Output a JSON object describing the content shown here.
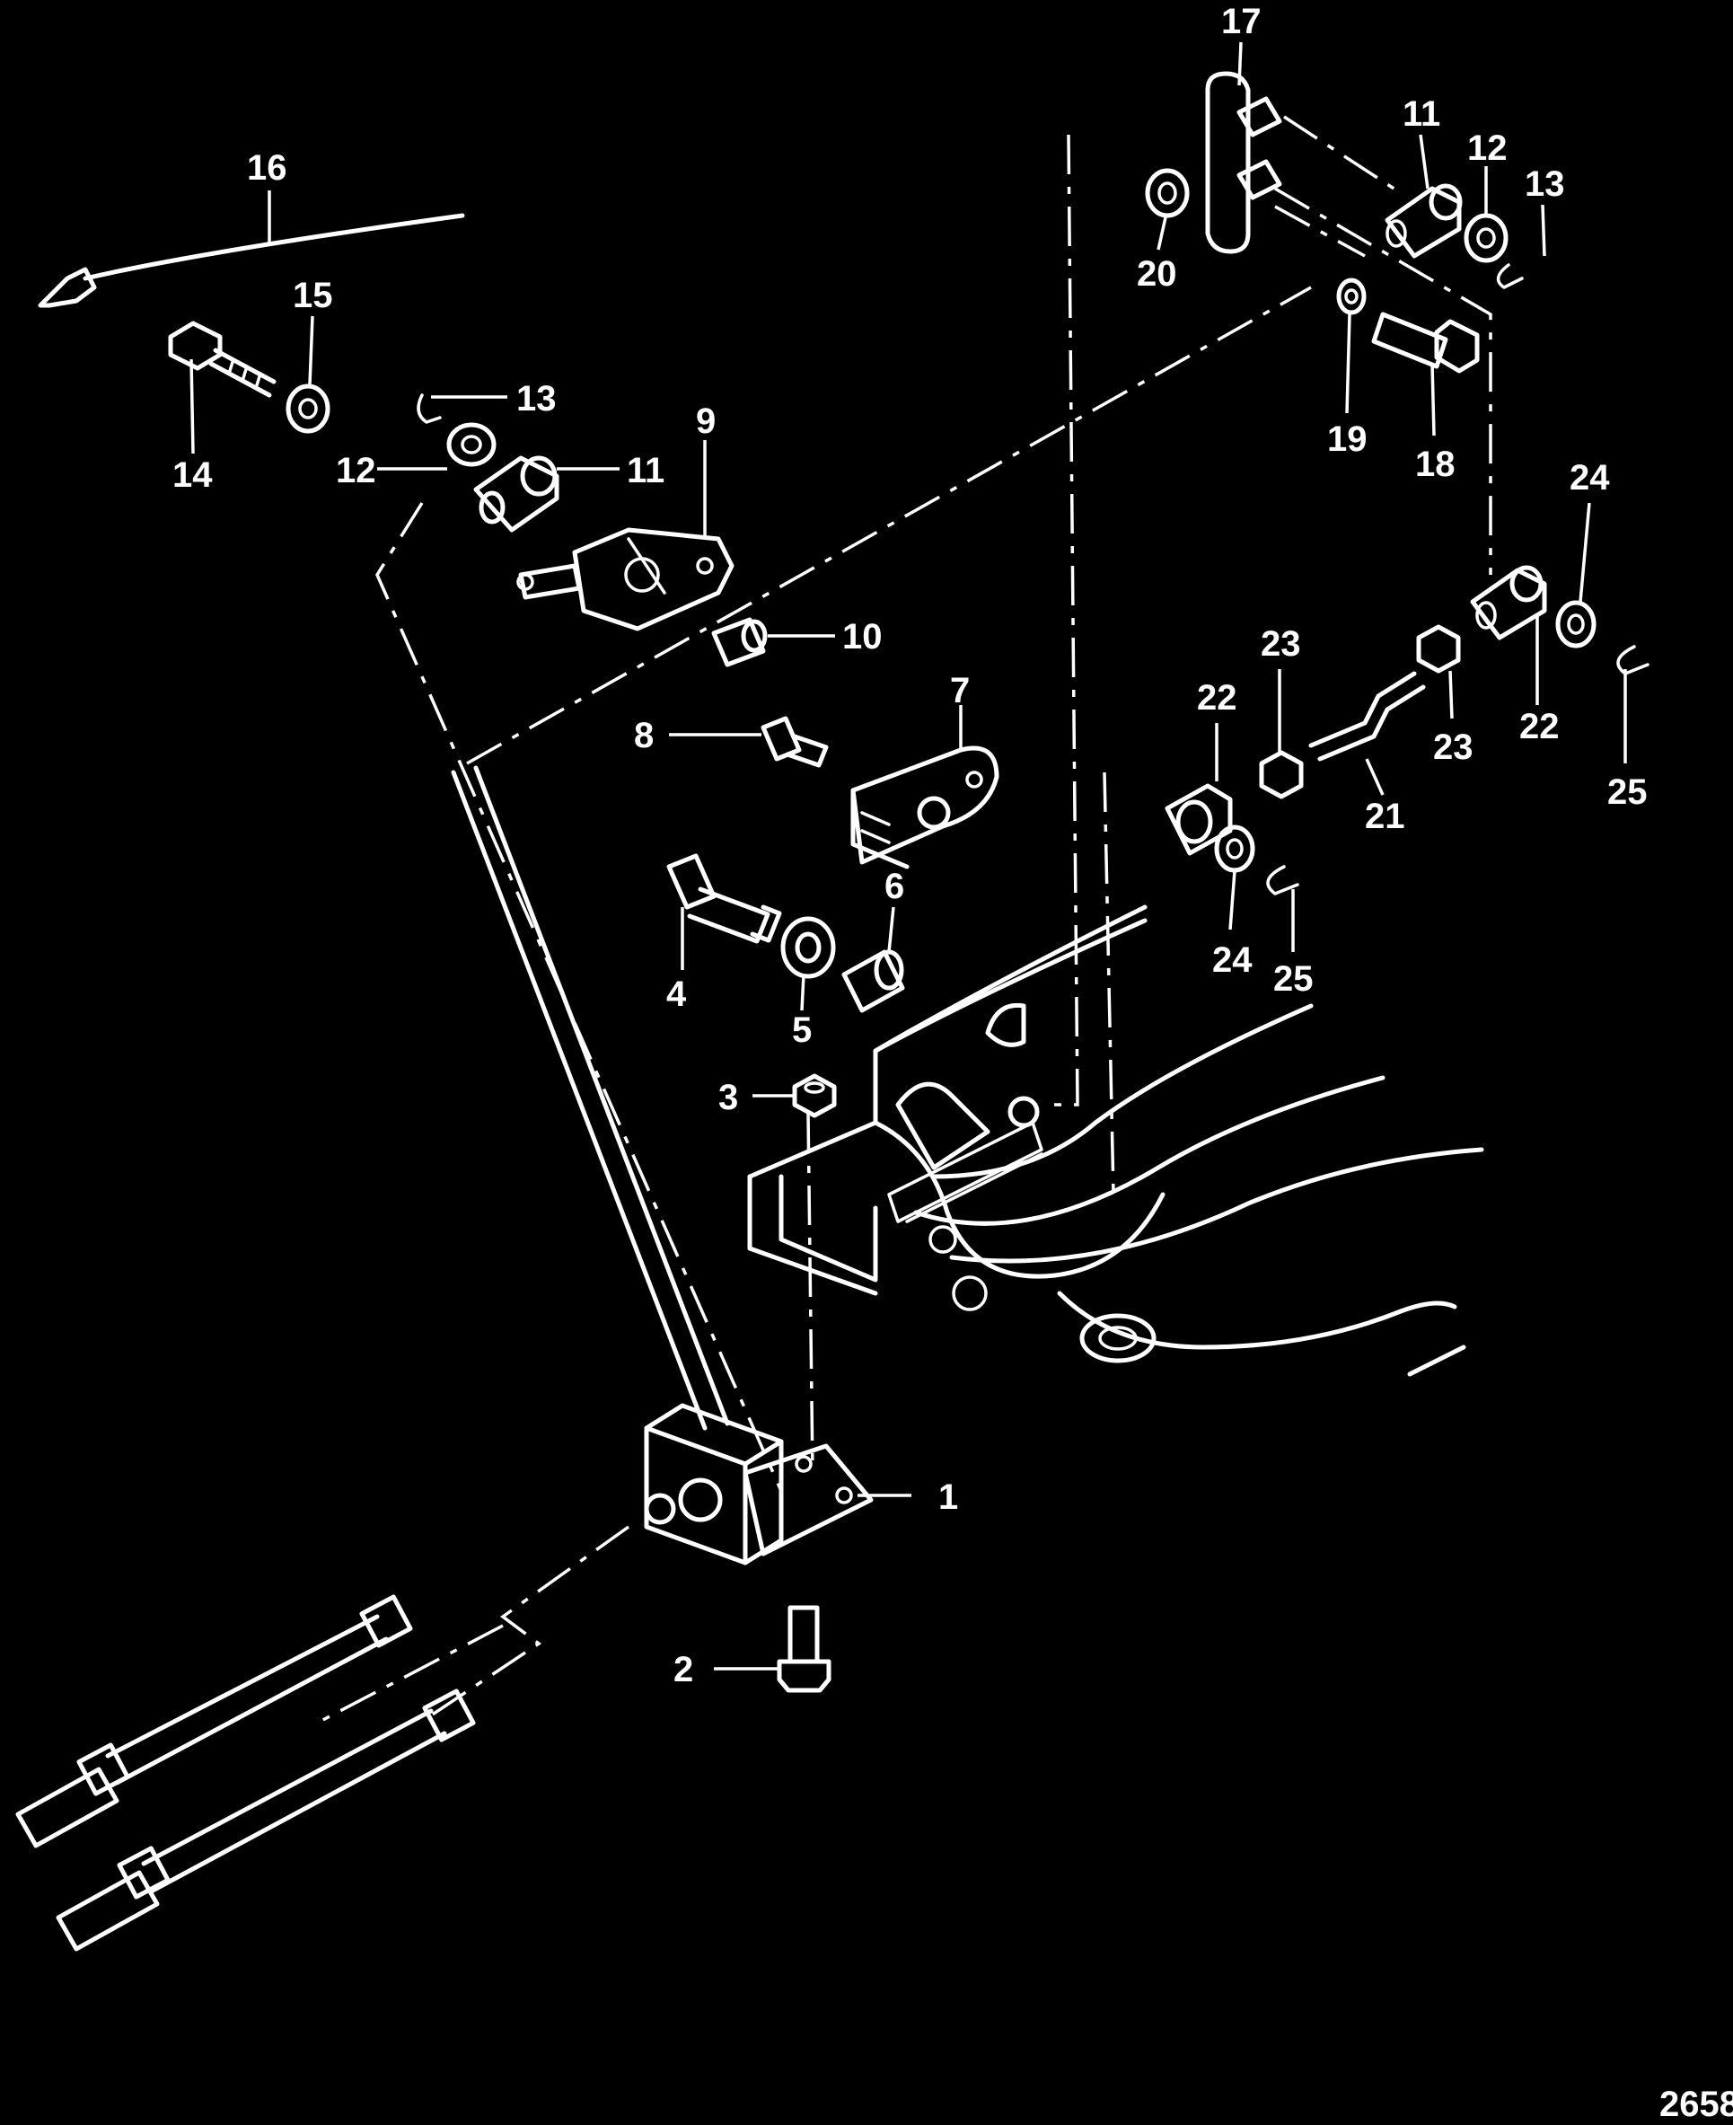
{
  "diagram": {
    "figure_number": "2658",
    "callouts": [
      "1",
      "2",
      "3",
      "4",
      "5",
      "6",
      "7",
      "8",
      "9",
      "10",
      "11",
      "11",
      "12",
      "12",
      "13",
      "13",
      "14",
      "15",
      "16",
      "17",
      "18",
      "19",
      "20",
      "21",
      "22",
      "22",
      "23",
      "23",
      "24",
      "24",
      "25",
      "25"
    ]
  },
  "colors": {
    "background": "#000000",
    "linework": "#ffffff"
  }
}
